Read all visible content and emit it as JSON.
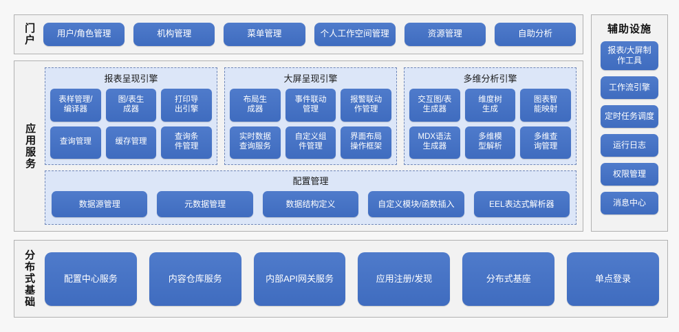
{
  "colors": {
    "button_blue": "#4472c4",
    "panel_light_blue": "#dce6f8",
    "section_bg": "#f2f2f2",
    "page_bg": "#f7f7f7",
    "border_gray": "#b0b0b0",
    "dashed_border": "#6e86b8",
    "button_text": "#ffffff",
    "label_text": "#111111"
  },
  "portal": {
    "label": "门户",
    "buttons": [
      "用户/角色管理",
      "机构管理",
      "菜单管理",
      "个人工作空间管理",
      "资源管理",
      "自助分析"
    ]
  },
  "aux": {
    "title": "辅助设施",
    "buttons": [
      "报表/大屏制\n作工具",
      "工作流引擎",
      "定时任务调度",
      "运行日志",
      "权限管理",
      "消息中心"
    ]
  },
  "app_services": {
    "label": "应用服务",
    "engines": [
      {
        "title": "报表呈现引擎",
        "items": [
          "表样管理/\n编译器",
          "图/表生\n成器",
          "打印导\n出引擎",
          "查询管理",
          "缓存管理",
          "查询条\n件管理"
        ]
      },
      {
        "title": "大屏呈现引擎",
        "items": [
          "布局生\n成器",
          "事件联动\n管理",
          "报警联动\n作管理",
          "实时数据\n查询服务",
          "自定义组\n件管理",
          "界面布局\n操作框架"
        ]
      },
      {
        "title": "多维分析引擎",
        "items": [
          "交互图/表\n生成器",
          "维度树\n生成",
          "图表智\n能映射",
          "MDX语法\n生成器",
          "多维模\n型解析",
          "多维查\n询管理"
        ]
      }
    ],
    "config": {
      "title": "配置管理",
      "items": [
        "数据源管理",
        "元数据管理",
        "数据结构定义",
        "自定义模块/函数插入",
        "EEL表达式解析器"
      ]
    }
  },
  "distributed": {
    "label": "分布式基础",
    "buttons": [
      "配置中心服务",
      "内容仓库服务",
      "内部API网关服务",
      "应用注册/发现",
      "分布式基座",
      "单点登录"
    ]
  }
}
